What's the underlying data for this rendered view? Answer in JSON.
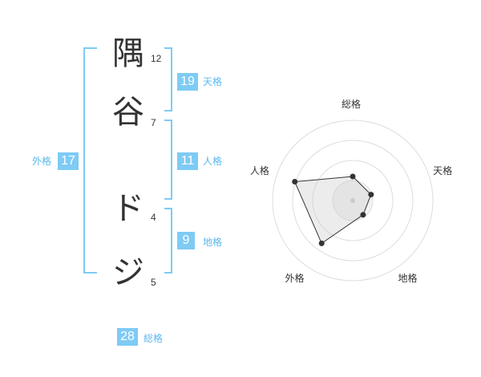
{
  "name": {
    "chars": [
      {
        "char": "隅",
        "strokes": "12"
      },
      {
        "char": "谷",
        "strokes": "7"
      },
      {
        "char": "ド",
        "strokes": "4"
      },
      {
        "char": "ジ",
        "strokes": "5"
      }
    ]
  },
  "kakusu": {
    "tenkaku": {
      "value": "19",
      "label": "天格"
    },
    "jinkaku": {
      "value": "11",
      "label": "人格"
    },
    "chikaku": {
      "value": "9",
      "label": "地格"
    },
    "gaikaku": {
      "value": "17",
      "label": "外格"
    },
    "soukaku": {
      "value": "28",
      "label": "総格"
    }
  },
  "colors": {
    "accent": "#7ecbf5",
    "accent_text": "#5bb8ee",
    "text": "#333333"
  },
  "chart_data": {
    "type": "radar",
    "axes": [
      "総格",
      "天格",
      "地格",
      "外格",
      "人格"
    ],
    "values": [
      1.5,
      1.2,
      1.1,
      3.3,
      3.8
    ],
    "rmax": 5,
    "rings": 4
  }
}
